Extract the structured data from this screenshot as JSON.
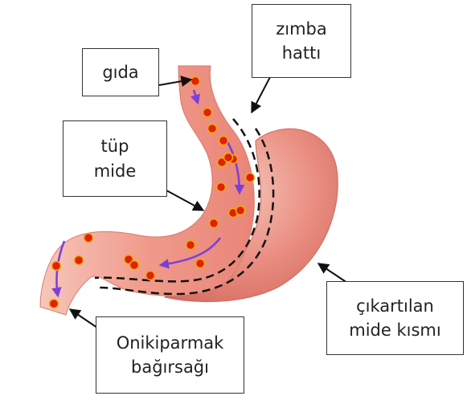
{
  "labels": {
    "food": "gıda",
    "staple_line": [
      "zımba",
      "hattı"
    ],
    "tube_stomach": [
      "tüp",
      "mide"
    ],
    "removed_part": [
      "çıkartılan",
      "mide kısmı"
    ],
    "duodenum": [
      "Onikiparmak",
      "bağırsağı"
    ]
  },
  "colors": {
    "stomach_fill": "#e8857a",
    "stomach_highlight": "#f6c2b8",
    "tube_fill": "#f19a8b",
    "food_dot": "#e01f12",
    "food_dot_ring": "#f0b000",
    "flow_arrow": "#7a3fd8",
    "staple_line": "#111111",
    "pointer": "#111111"
  },
  "icons": {
    "food_particles": "red-dot-icon",
    "flow_direction": "purple-arrow-icon",
    "pointers": "black-arrow-icon"
  }
}
